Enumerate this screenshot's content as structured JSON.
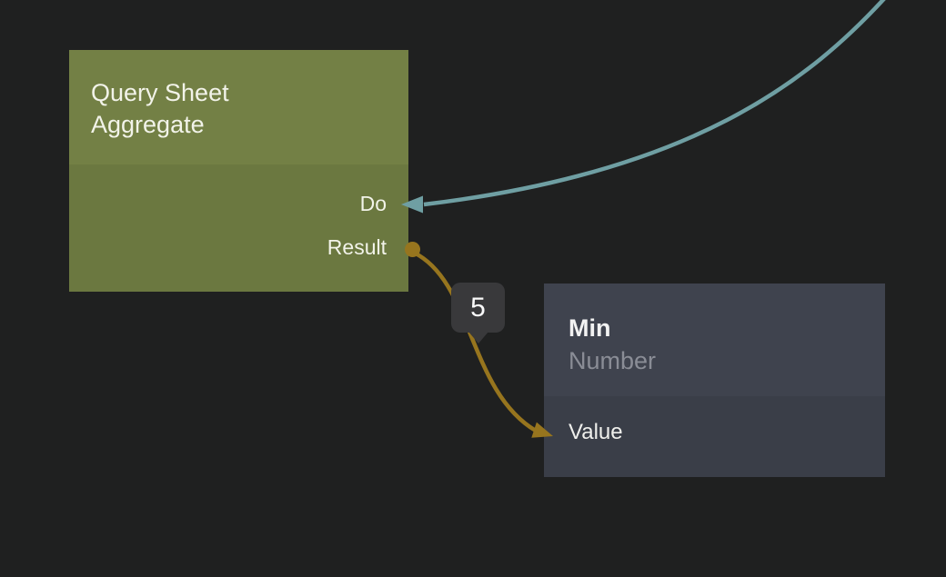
{
  "canvas": {
    "background_color": "#1F2020"
  },
  "nodes": {
    "query_sheet_aggregate": {
      "title": "Query Sheet Aggregate",
      "header_color": "#738045",
      "body_color": "#6B7840",
      "text_color": "#F2F3E9",
      "ports": {
        "do": {
          "label": "Do"
        },
        "result": {
          "label": "Result"
        }
      }
    },
    "min": {
      "title": "Min",
      "subtitle": "Number",
      "header_color": "#3F434E",
      "body_color": "#3A3E48",
      "title_color": "#F2F2F2",
      "subtitle_color": "#8A8D96",
      "ports": {
        "value": {
          "label": "Value"
        }
      }
    }
  },
  "edges": {
    "exec": {
      "color": "#6F9FA3"
    },
    "data": {
      "color": "#97751E",
      "value_label": "5"
    }
  }
}
